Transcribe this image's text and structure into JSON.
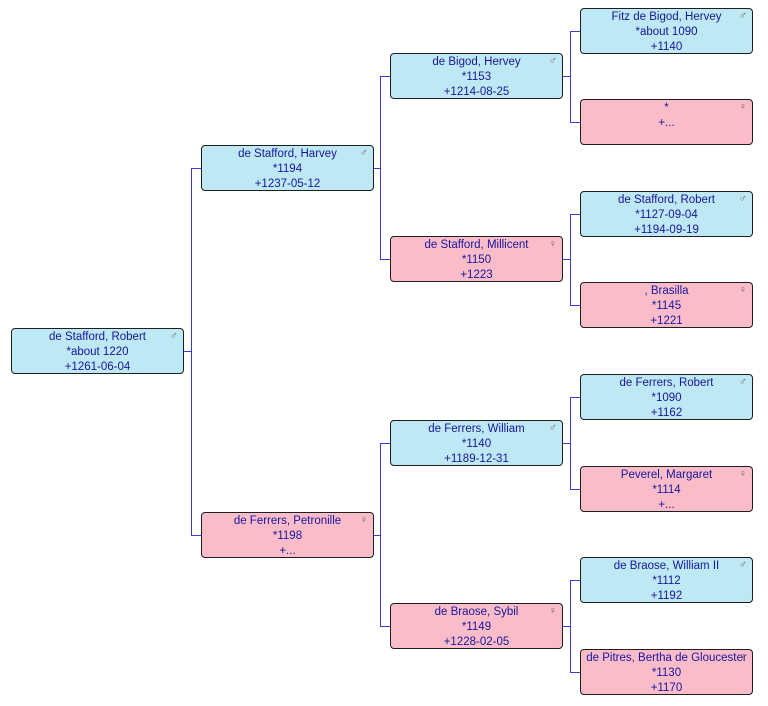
{
  "tree": {
    "people": [
      {
        "id": "p1",
        "gender": "male",
        "symbol": "♂",
        "name": "de Stafford, Robert",
        "birth": "*about 1220",
        "death": "+1261-06-04"
      },
      {
        "id": "p2",
        "gender": "male",
        "symbol": "♂",
        "name": "de Stafford, Harvey",
        "birth": "*1194",
        "death": "+1237-05-12"
      },
      {
        "id": "p3",
        "gender": "female",
        "symbol": "♀",
        "name": "de Ferrers, Petronille",
        "birth": "*1198",
        "death": "+..."
      },
      {
        "id": "p4",
        "gender": "male",
        "symbol": "♂",
        "name": "de Bigod, Hervey",
        "birth": "*1153",
        "death": "+1214-08-25"
      },
      {
        "id": "p5",
        "gender": "female",
        "symbol": "♀",
        "name": "de Stafford, Millicent",
        "birth": "*1150",
        "death": "+1223"
      },
      {
        "id": "p6",
        "gender": "male",
        "symbol": "♂",
        "name": "de Ferrers, William",
        "birth": "*1140",
        "death": "+1189-12-31"
      },
      {
        "id": "p7",
        "gender": "female",
        "symbol": "♀",
        "name": "de Braose, Sybil",
        "birth": "*1149",
        "death": "+1228-02-05"
      },
      {
        "id": "p8",
        "gender": "male",
        "symbol": "♂",
        "name": "Fitz de Bigod, Hervey",
        "birth": "*about 1090",
        "death": "+1140"
      },
      {
        "id": "p9",
        "gender": "female",
        "symbol": "♀",
        "name": "",
        "birth": "*",
        "death": "+..."
      },
      {
        "id": "p10",
        "gender": "male",
        "symbol": "♂",
        "name": "de Stafford, Robert",
        "birth": "*1127-09-04",
        "death": "+1194-09-19"
      },
      {
        "id": "p11",
        "gender": "female",
        "symbol": "♀",
        "name": ", Brasilla",
        "birth": "*1145",
        "death": "+1221"
      },
      {
        "id": "p12",
        "gender": "male",
        "symbol": "♂",
        "name": "de Ferrers, Robert",
        "birth": "*1090",
        "death": "+1162"
      },
      {
        "id": "p13",
        "gender": "female",
        "symbol": "♀",
        "name": "Peverel, Margaret",
        "birth": "*1114",
        "death": "+..."
      },
      {
        "id": "p14",
        "gender": "male",
        "symbol": "♂",
        "name": "de Braose, William II",
        "birth": "*1112",
        "death": "+1192"
      },
      {
        "id": "p15",
        "gender": "female",
        "symbol": "♀",
        "name": "de Pitres, Bertha de Gloucester",
        "birth": "*1130",
        "death": "+1170"
      }
    ]
  },
  "colors": {
    "male_fill": "#bfe8f5",
    "female_fill": "#fbbcc9",
    "text": "#16169c",
    "connector": "#3b3bd6"
  }
}
